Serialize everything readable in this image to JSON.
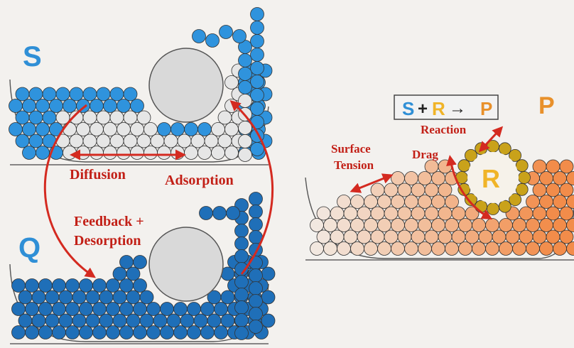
{
  "colors": {
    "background": "#f3f1ee",
    "blue_dark": "#1f6fb8",
    "blue_light": "#2f93dd",
    "bead_white": "#e6e6e6",
    "arrow_red": "#d42a20",
    "label_red": "#c21f16",
    "obstacle_gray": "#d9d9d9",
    "orange": "#f0a36c",
    "gold": "#c9a21a",
    "letter_blue": "#2f8fd6",
    "letter_orange": "#e8902a",
    "letter_gold": "#f0b428"
  },
  "panels": {
    "S": {
      "letter": "S"
    },
    "Q": {
      "letter": "Q"
    },
    "right": {
      "letter_P": "P",
      "letter_R": "R"
    }
  },
  "equation": {
    "s": "S",
    "plus": "+",
    "r": "R",
    "arrow": "→",
    "p": "P"
  },
  "labels": {
    "diffusion": "Diffusion",
    "adsorption": "Adsorption",
    "feedback_line1": "Feedback +",
    "feedback_line2": "Desorption",
    "surface_line1": "Surface",
    "surface_line2": "Tension",
    "drag": "Drag",
    "reaction": "Reaction"
  }
}
